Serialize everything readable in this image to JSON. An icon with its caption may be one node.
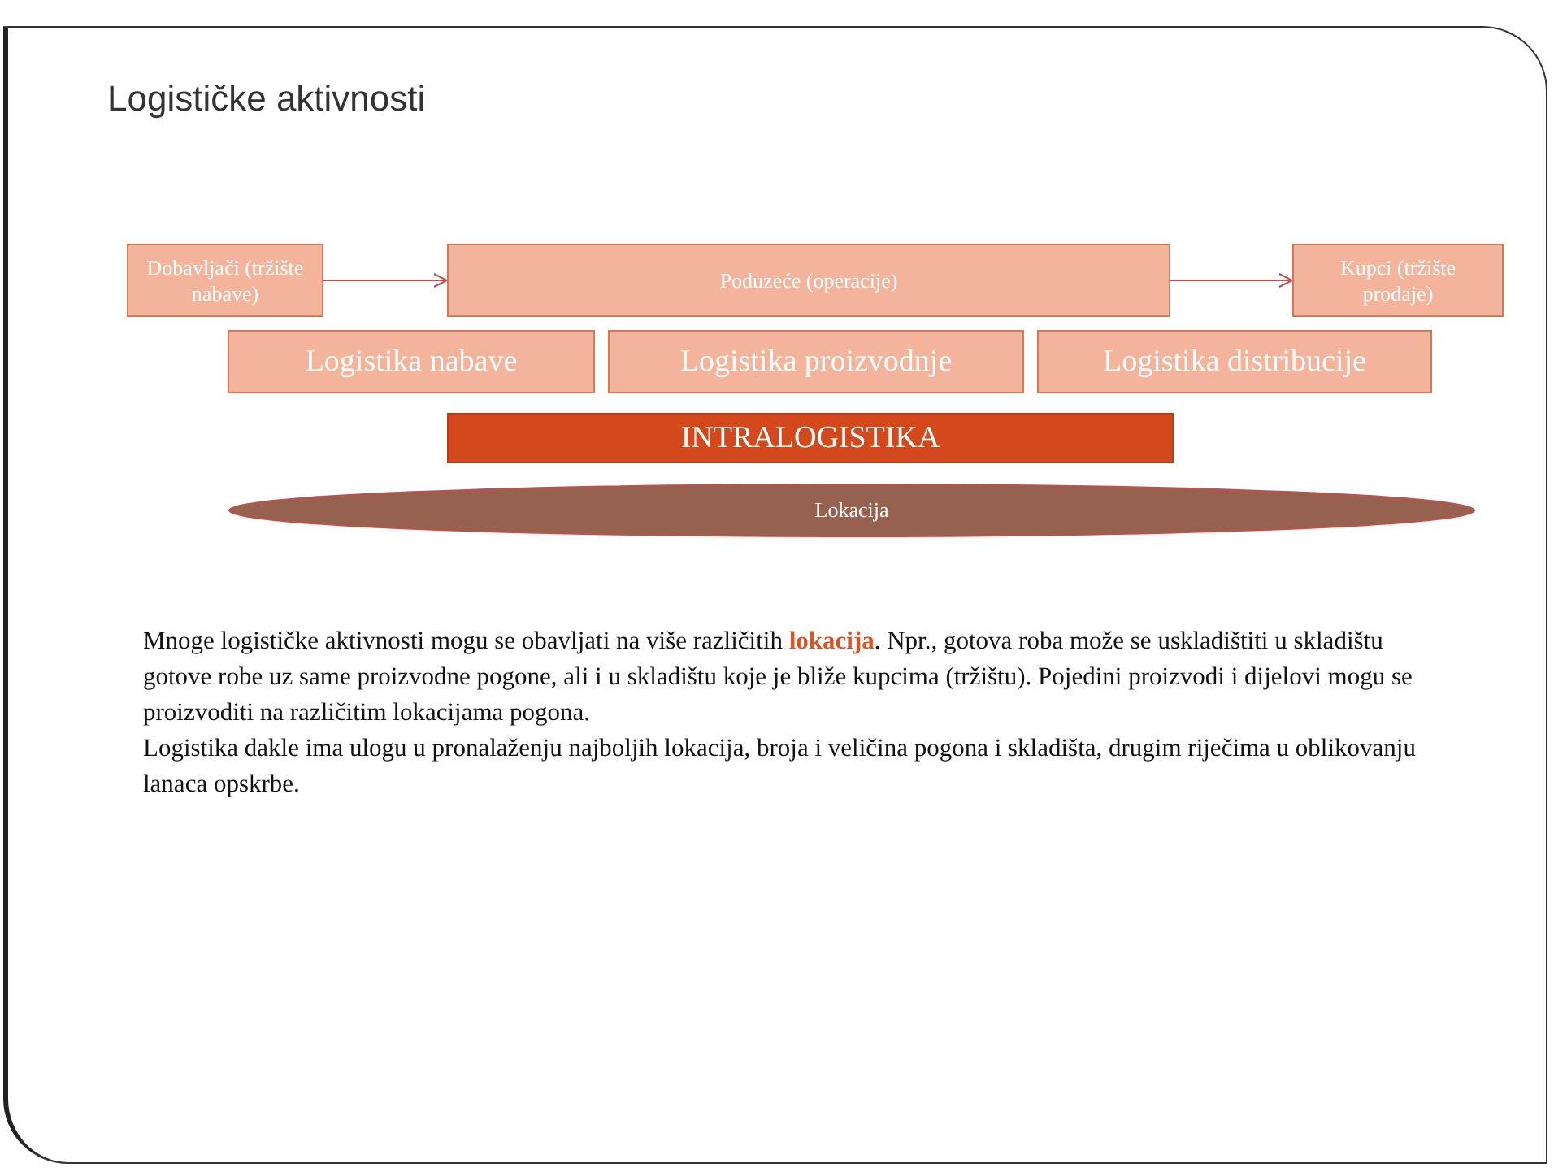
{
  "diagram": {
    "title": "Logističke aktivnosti",
    "nodes": [
      {
        "text": [
          "Dobavljači (tržište nabave)"
        ]
      },
      {
        "text": [
          "Poduzeće (operacije)"
        ]
      },
      {
        "text": [
          "Kupci (tržište prodaje)"
        ]
      },
      {
        "text": [
          "Logistika nabave"
        ]
      },
      {
        "text": [
          "Logistika proizvodnje"
        ]
      },
      {
        "text": [
          "Logistika distribucije"
        ]
      },
      {
        "text": [
          "INTRALOGISTIKA"
        ]
      },
      {
        "text": [
          "Lokacija"
        ]
      }
    ],
    "edges": [
      {
        "from": 0,
        "to": 1,
        "arrow": "to"
      },
      {
        "from": 1,
        "to": 2,
        "arrow": "to"
      }
    ],
    "labels": [
      "Mnoge logističke aktivnosti mogu se obavljati na više različitih **lokacija**. Npr., gotova roba može se uskladištiti u skladištu gotove robe uz same proizvodne pogone, ali i u skladištu koje je bliže kupcima (tržištu). Pojedini proizvodi i dijelovi mogu se proizvoditi na različitim lokacijama pogona.",
      "Logistika dakle ima ulogu u pronalaženju najboljih lokacija, broja i veličina pogona i skladišta, drugim riječima u oblikovanju lanaca opskrbe."
    ]
  }
}
